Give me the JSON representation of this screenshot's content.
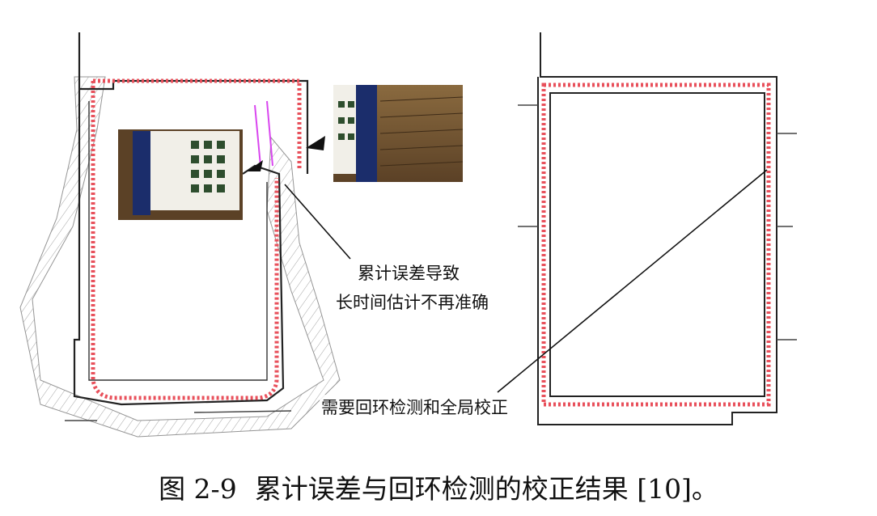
{
  "annotations": {
    "drift_line1": "累计误差导致",
    "drift_line2": "长时间估计不再准确",
    "correction": "需要回环检测和全局校正"
  },
  "caption": {
    "number": "图 2-9",
    "text": "累计误差与回环检测的校正结果 [10]。"
  },
  "colors": {
    "trajectory": "#e8505b",
    "map_walls": "#222222",
    "uncertainty": "#9a9a9a",
    "loop_edge": "#d946ef"
  }
}
